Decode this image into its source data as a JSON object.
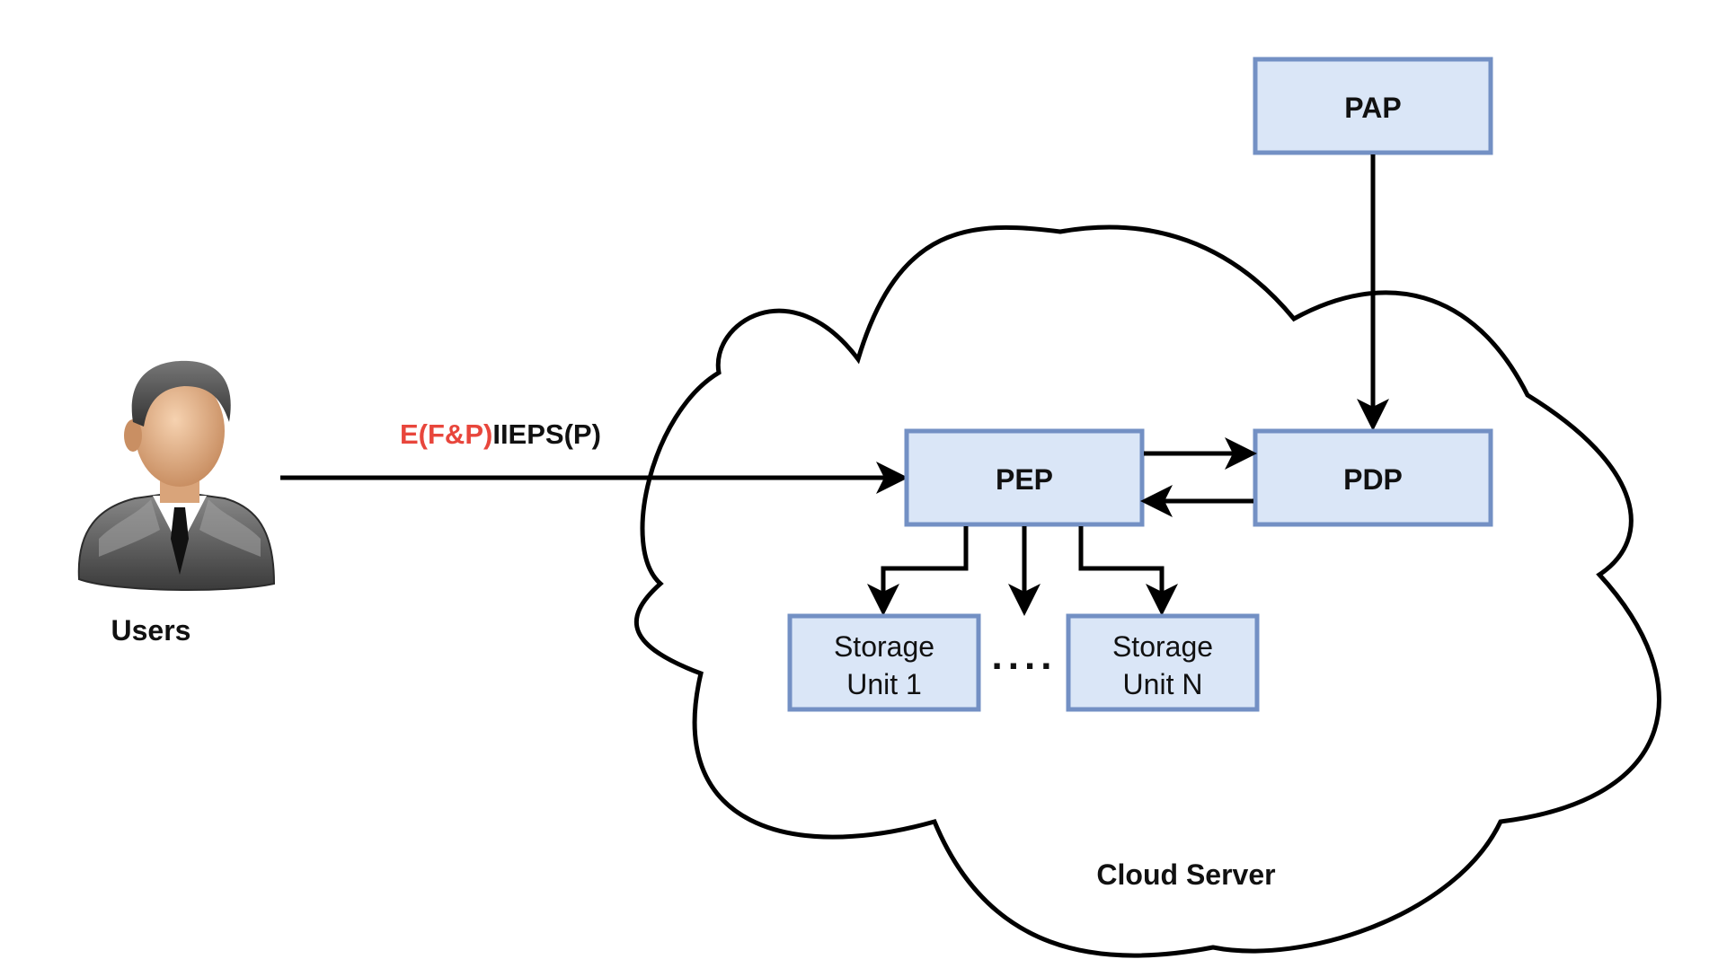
{
  "diagram": {
    "user_label": "Users",
    "message": {
      "encrypted_part": "E(F&P)",
      "rest_part": "IIEPS(P)",
      "encrypted_color": "#e8463c"
    },
    "cloud_label": "Cloud Server",
    "nodes": {
      "pap": "PAP",
      "pep": "PEP",
      "pdp": "PDP",
      "storage1_line1": "Storage",
      "storage1_line2": "Unit 1",
      "storageN_line1": "Storage",
      "storageN_line2": "Unit N",
      "ellipsis": "...."
    },
    "colors": {
      "box_fill": "#dae6f7",
      "box_stroke": "#7390c4",
      "edge": "#000000"
    }
  }
}
